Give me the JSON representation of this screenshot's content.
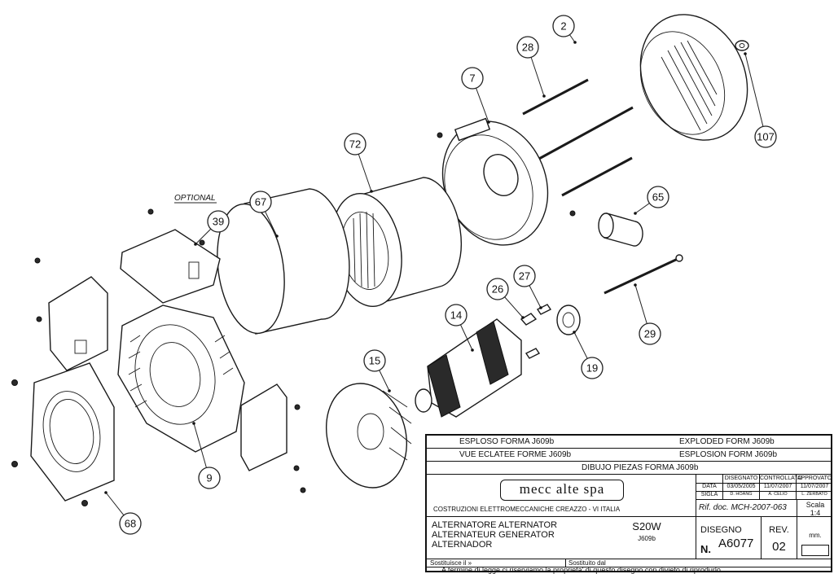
{
  "drawing": {
    "optional_label": "OPTIONAL",
    "balloons": [
      {
        "id": "2"
      },
      {
        "id": "7"
      },
      {
        "id": "9"
      },
      {
        "id": "14"
      },
      {
        "id": "15"
      },
      {
        "id": "19"
      },
      {
        "id": "26"
      },
      {
        "id": "27"
      },
      {
        "id": "28"
      },
      {
        "id": "29"
      },
      {
        "id": "39"
      },
      {
        "id": "65"
      },
      {
        "id": "67"
      },
      {
        "id": "68"
      },
      {
        "id": "72"
      },
      {
        "id": "107"
      }
    ]
  },
  "titleblock": {
    "row1_left": "ESPLOSO FORMA   J609b",
    "row1_right": "EXPLODED FORM   J609b",
    "row2_left": "VUE ECLATEE FORME   J609b",
    "row2_right": "ESPLOSION FORM   J609b",
    "row3": "DIBUJO PIEZAS FORMA          J609b",
    "logo": "mecc alte spa",
    "company_line": "COSTRUZIONI ELETTROMECCANICHE    CREAZZO - VI    ITALIA",
    "hdr_disegnato": "DISEGNATO",
    "hdr_controllato": "CONTROLLATO",
    "hdr_approvato": "APPROVATO",
    "data_label": "DATA",
    "data_disegnato": "03/05/2005",
    "data_controllato": "11/07/2007",
    "data_approvato": "11/07/2007",
    "sigla_label": "SIGLA",
    "sigla_disegnato": "D. HOANG",
    "sigla_controllato": "A. CELIO",
    "sigla_approvato": "L. ZERBATO",
    "rif_doc": "Rif. doc. MCH-2007-063",
    "scala_label": "Scala",
    "scala_value": "1:4",
    "desc_line1": "ALTERNATORE ALTERNATOR",
    "desc_line2": "ALTERNATEUR GENERATOR",
    "desc_line3": "ALTERNADOR",
    "model": "S20W",
    "model_sub": "J609b",
    "disegno_label": "DISEGNO",
    "disegno_n": "N.",
    "disegno_number": "A6077",
    "rev_label": "REV.",
    "rev_value": "02",
    "unit_label": "mm.",
    "sostituisce": "Sostituisce il »",
    "sostituito": "Sostituito dal",
    "footer": "A termine di legge ci riserviamo la proprieta' di questo disegno con divieto di riprodurlo."
  }
}
